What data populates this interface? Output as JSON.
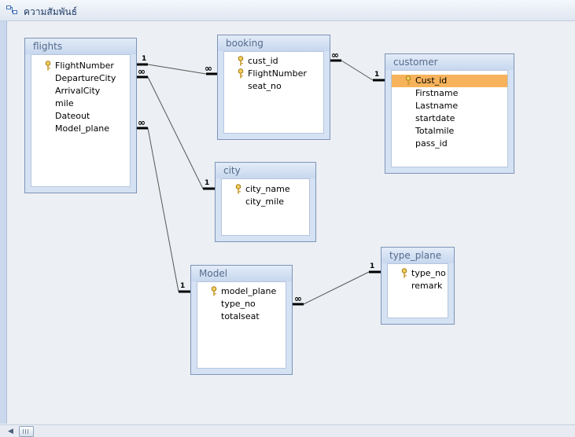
{
  "window": {
    "title": "ความสัมพันธ์"
  },
  "tables": {
    "flights": {
      "name": "flights",
      "fields": [
        {
          "label": "FlightNumber",
          "key": true
        },
        {
          "label": "DepartureCity",
          "key": false
        },
        {
          "label": "ArrivalCity",
          "key": false
        },
        {
          "label": "mile",
          "key": false
        },
        {
          "label": "Dateout",
          "key": false
        },
        {
          "label": "Model_plane",
          "key": false
        }
      ]
    },
    "booking": {
      "name": "booking",
      "fields": [
        {
          "label": "cust_id",
          "key": true
        },
        {
          "label": "FlightNumber",
          "key": true
        },
        {
          "label": "seat_no",
          "key": false
        }
      ]
    },
    "customer": {
      "name": "customer",
      "fields": [
        {
          "label": "Cust_id",
          "key": true,
          "selected": true
        },
        {
          "label": "Firstname",
          "key": false
        },
        {
          "label": "Lastname",
          "key": false
        },
        {
          "label": "startdate",
          "key": false
        },
        {
          "label": "Totalmile",
          "key": false
        },
        {
          "label": "pass_id",
          "key": false
        }
      ]
    },
    "city": {
      "name": "city",
      "fields": [
        {
          "label": "city_name",
          "key": true
        },
        {
          "label": "city_mile",
          "key": false
        }
      ]
    },
    "model": {
      "name": "Model",
      "fields": [
        {
          "label": "model_plane",
          "key": true
        },
        {
          "label": "type_no",
          "key": false
        },
        {
          "label": "totalseat",
          "key": false
        }
      ]
    },
    "type_plane": {
      "name": "type_plane",
      "fields": [
        {
          "label": "type_no",
          "key": true
        },
        {
          "label": "remark",
          "key": false
        }
      ]
    }
  },
  "cardinality": {
    "one": "1",
    "many": "∞"
  },
  "colors": {
    "selected": "#f7b35b",
    "header_text": "#556a8c",
    "key": "#d8a830"
  }
}
